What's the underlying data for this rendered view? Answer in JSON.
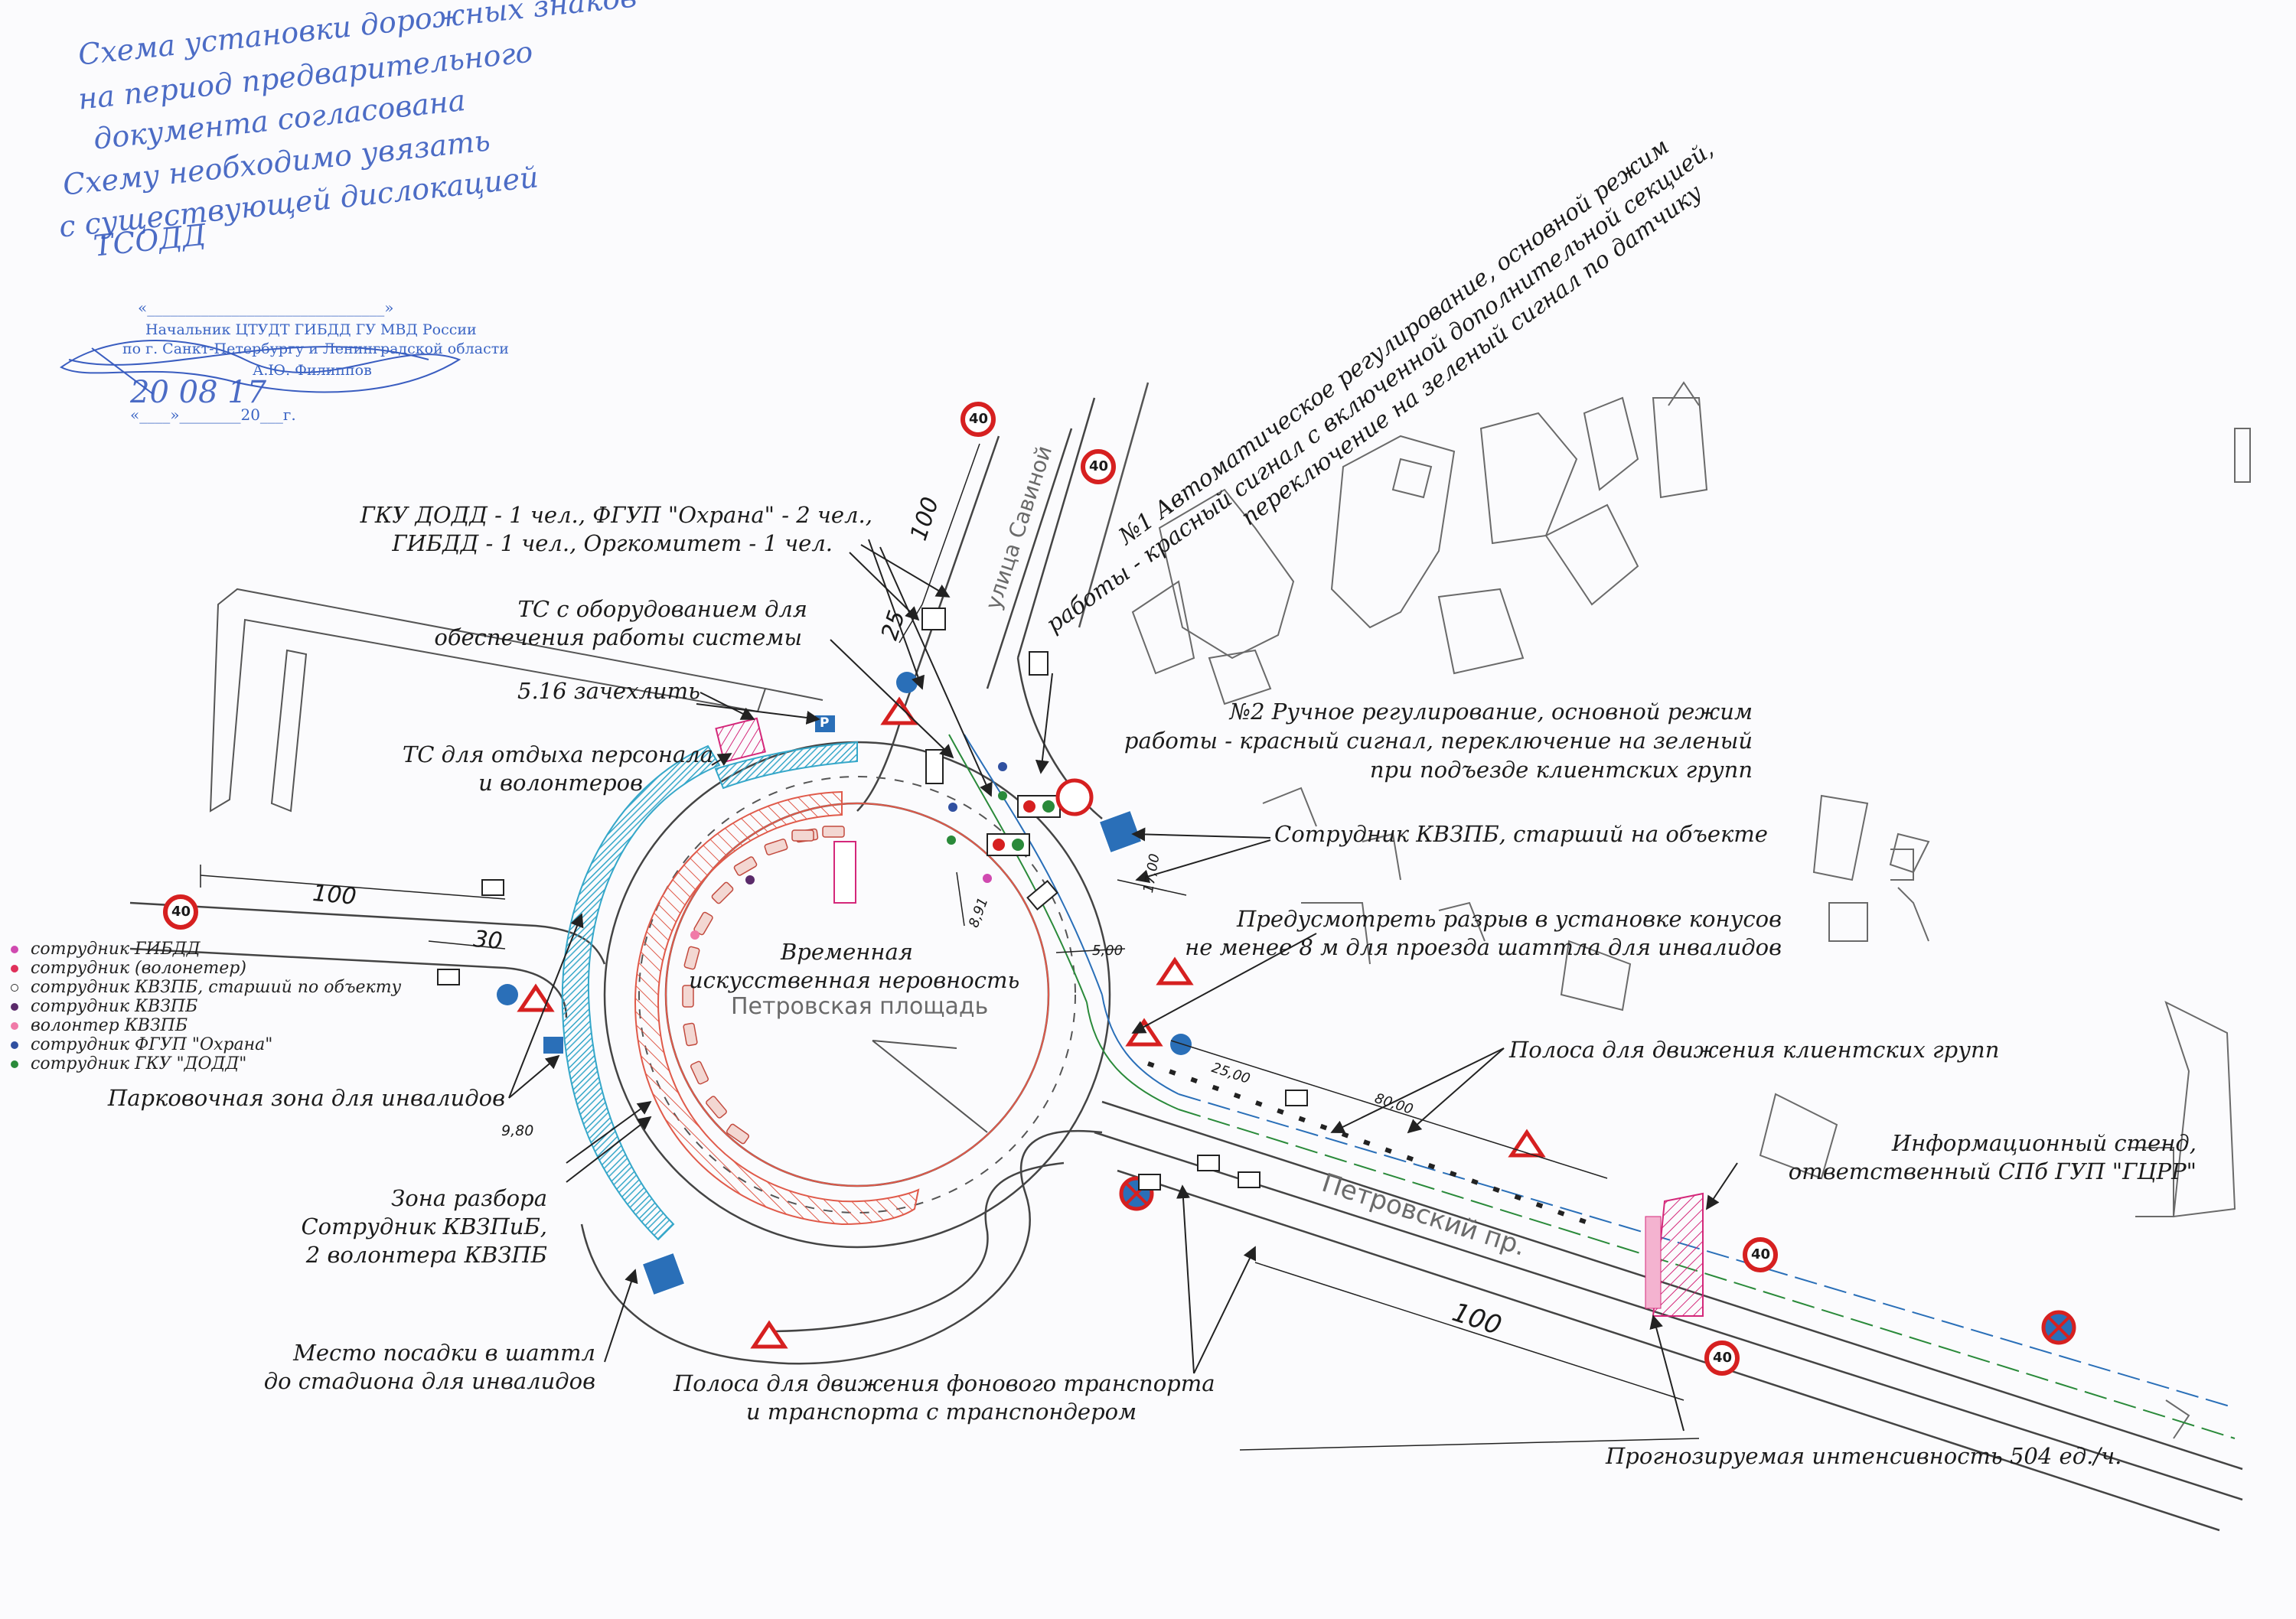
{
  "handwritten": {
    "lines": [
      "Схема установки дорожных знаков",
      "на период предварительного",
      "документа согласована",
      "Схему необходимо увязать",
      "с существующей дислокацией",
      "ТСОДД"
    ]
  },
  "approval_stamp": {
    "line1": "«_______________________________»",
    "line2": "Начальник ЦТУДТ ГИБДД ГУ МВД России",
    "line3": "по г. Санкт-Петербургу и Ленинградской области",
    "line4": "А.Ю. Филиппов",
    "line5": "«____»________20___г.",
    "handwritten_date": "20 08 17"
  },
  "legend": [
    {
      "color": "#d04ab0",
      "label": "сотрудник ГИБДД"
    },
    {
      "color": "#e0305a",
      "label": "сотрудник (волонетер)"
    },
    {
      "color": "#ffffff",
      "label": "сотрудник КВЗПБ, старший по объекту"
    },
    {
      "color": "#5a2a6a",
      "label": "сотрудник КВЗПБ"
    },
    {
      "color": "#f07aa8",
      "label": "волонтер КВЗПБ"
    },
    {
      "color": "#3050a0",
      "label": "сотрудник ФГУП \"Охрана\""
    },
    {
      "color": "#2a8a3a",
      "label": "сотрудник ГКУ \"ДОДД\""
    }
  ],
  "annotations": {
    "auto_regulation": [
      "№1 Автоматическое регулирование, основной режим",
      "работы - красный сигнал с включенной дополнительной секцией,",
      "переключение на зеленый сигнал по датчику"
    ],
    "staff_counts": [
      "ГКУ ДОДД - 1 чел., ФГУП \"Охрана\" - 2 чел.,",
      "ГИБДД - 1 чел., Оргкомитет - 1 чел."
    ],
    "equipment_vehicle": [
      "ТС с оборудованием для",
      "обеспечения работы системы"
    ],
    "sign_cover": "5.16 зачехлить",
    "rest_vehicle": [
      "ТС для отдыха персонала",
      "и волонтеров"
    ],
    "manual_regulation": [
      "№2 Ручное регулирование, основной режим",
      "работы - красный сигнал, переключение на  зеленый",
      "при подъезде клиентских групп"
    ],
    "senior_officer": "Сотрудник КВЗПБ, старший на объекте",
    "cone_gap": [
      "Предусмотреть разрыв в установке конусов",
      "не менее 8 м для проезда шаттла для инвалидов"
    ],
    "speed_bump": [
      "Временная",
      "искусственная неровность"
    ],
    "square_name": "Петровская площадь",
    "client_lane": "Полоса для движения клиентских групп",
    "info_stand": [
      "Информационный стенд,",
      "ответственный СПб ГУП \"ГЦРР\""
    ],
    "disabled_parking": "Парковочная зона для инвалидов",
    "sorting_zone": [
      "Зона разбора",
      "Сотрудник КВЗПиБ,",
      "2 волонтера КВЗПБ"
    ],
    "shuttle_stop": [
      "Место посадки в шаттл",
      "до стадиона для инвалидов"
    ],
    "background_lane": [
      "Полоса для движения фонового транспорта",
      "и  транспорта с транспондером"
    ],
    "intensity": "Прогнозируемая интенсивность 504 ед./ч.",
    "street_savina": "улица Савиной",
    "street_petrovsky": "Петровский пр."
  },
  "dimensions": {
    "d100_left": "100",
    "d30": "30",
    "d100_top": "100",
    "d25_top": "25",
    "d9_80": "9,80",
    "d8_91": "8,91",
    "d17_00": "17,00",
    "d5_00": "5,00",
    "d25_00": "25,00",
    "d80_00": "80,00",
    "d100_bottom": "100"
  },
  "signs": {
    "speed_limit": "40",
    "parking": "P"
  },
  "colors": {
    "cyan_zone": "#35a7c9",
    "red_zone": "#e05a4a",
    "magenta_stand": "#d4287a",
    "sign_red": "#d62020",
    "sign_blue": "#2a6fb8",
    "line": "#4a4a4a",
    "stamp_blue": "#3a64c4"
  }
}
